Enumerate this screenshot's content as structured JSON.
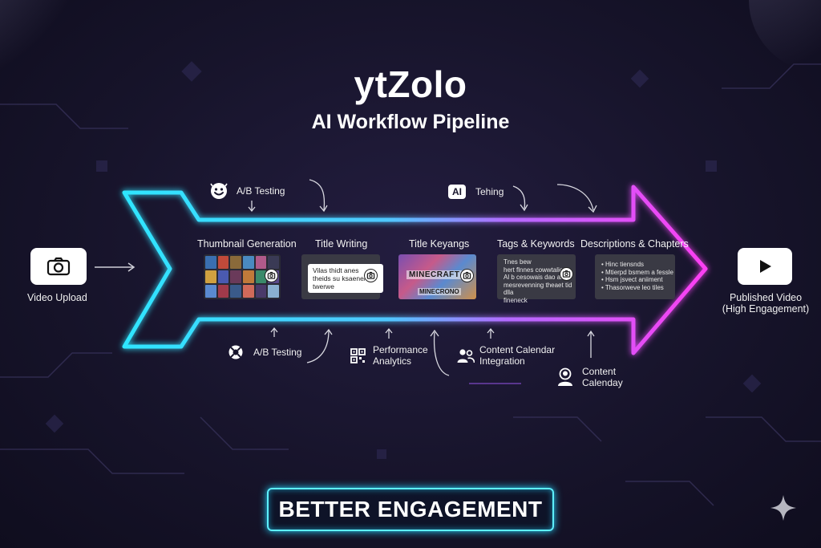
{
  "header": {
    "title": "ytZolo",
    "subtitle": "AI Workflow Pipeline"
  },
  "input": {
    "label": "Video Upload",
    "icon": "camera-icon"
  },
  "output": {
    "label_line1": "Published Video",
    "label_line2": "(High Engagement)",
    "icon": "play-icon"
  },
  "stages": [
    {
      "label": "Thumbnail Generation"
    },
    {
      "label": "Title Writing",
      "bubble_text": "Vilas thidt anes theids su ksaene/tow twerwe"
    },
    {
      "label": "Title Keyangs",
      "art_text_top": "MINECRAFT",
      "art_text_bottom": "MINECRONO"
    },
    {
      "label": "Tags & Keywords",
      "lines": [
        "Tnes bew",
        "hert flnnes cowwtalions",
        "Al b cesowais dao ans",
        "mesrevenning theaet tid dlla",
        "fineneck"
      ]
    },
    {
      "label": "Descriptions & Chapters",
      "lines": [
        "• Hinc tiensnds",
        "• Mtierpd bsmem a fessle",
        "• Hsm jsvect aniiment",
        "• Thasorweve leo tiles"
      ]
    }
  ],
  "top_annotations": [
    {
      "label": "A/B Testing",
      "icon": "smiley-icon"
    },
    {
      "label": "Tehing",
      "icon": "ai-badge-icon",
      "badge": "AI"
    }
  ],
  "bottom_annotations": [
    {
      "label": "A/B Testing",
      "icon": "lifebuoy-icon"
    },
    {
      "label_line1": "Performance",
      "label_line2": "Analytics",
      "icon": "qr-analytics-icon"
    },
    {
      "label_line1": "Content Calendar",
      "label_line2": "Integration",
      "icon": "users-icon"
    },
    {
      "label_line1": "Content",
      "label_line2": "Calenday",
      "icon": "user-badge-icon"
    }
  ],
  "cta": {
    "label": "BETTER ENGAGEMENT"
  },
  "colors": {
    "cyan": "#25d6ff",
    "magenta": "#ff3df2",
    "background": "#17142b"
  }
}
